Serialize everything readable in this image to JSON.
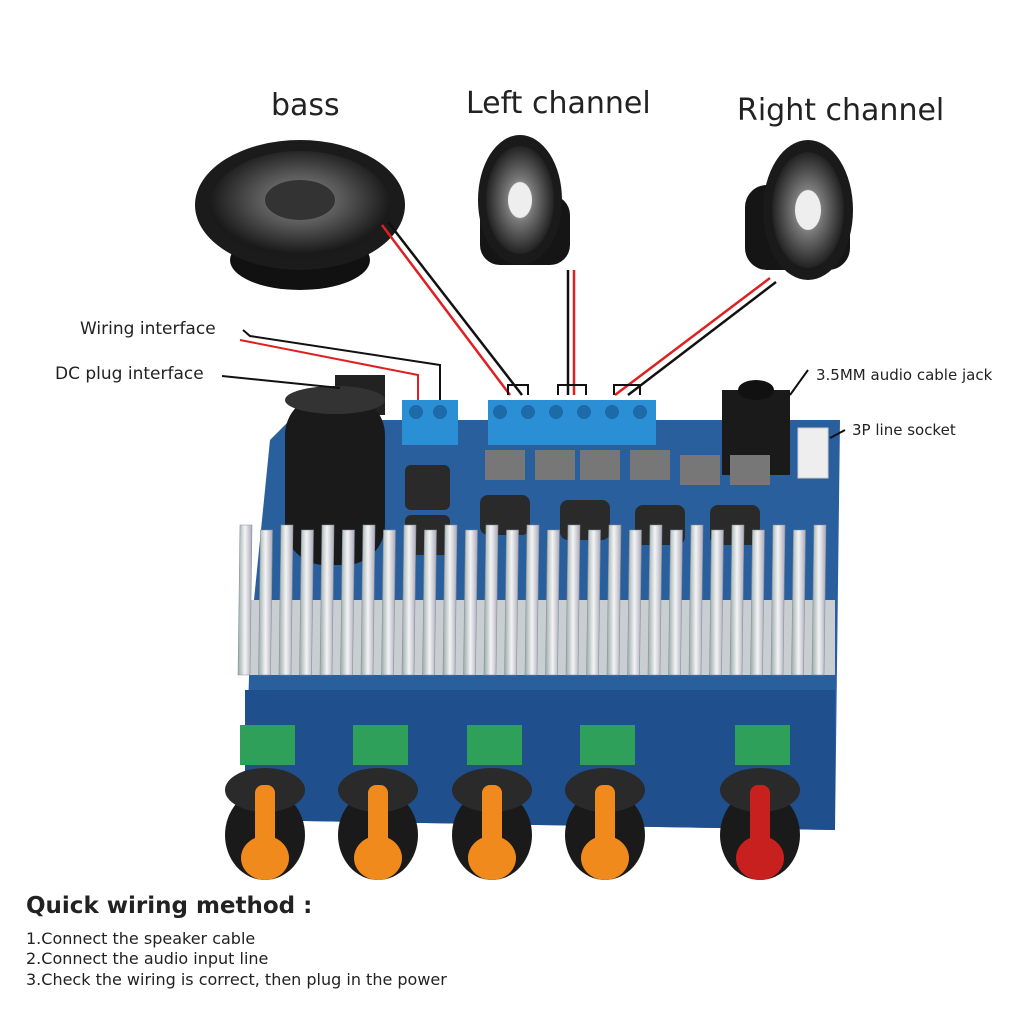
{
  "speakers": {
    "bass": "bass",
    "left": "Left channel",
    "right": "Right channel"
  },
  "callouts": {
    "wiring_interface": "Wiring interface",
    "dc_plug": "DC plug interface",
    "audio_jack": "3.5MM audio cable jack",
    "line_socket": "3P line socket"
  },
  "instructions": {
    "title": "Quick wiring method :",
    "steps": [
      "1.Connect the speaker cable",
      "2.Connect the audio input line",
      "3.Check the wiring is correct, then plug in the power"
    ]
  },
  "colors": {
    "pcb": "#2a5f9e",
    "terminal": "#2b8fd6",
    "knob_orange": "#f08a1c",
    "knob_red": "#c8201e",
    "wire_red": "#e02020",
    "wire_black": "#111111"
  }
}
